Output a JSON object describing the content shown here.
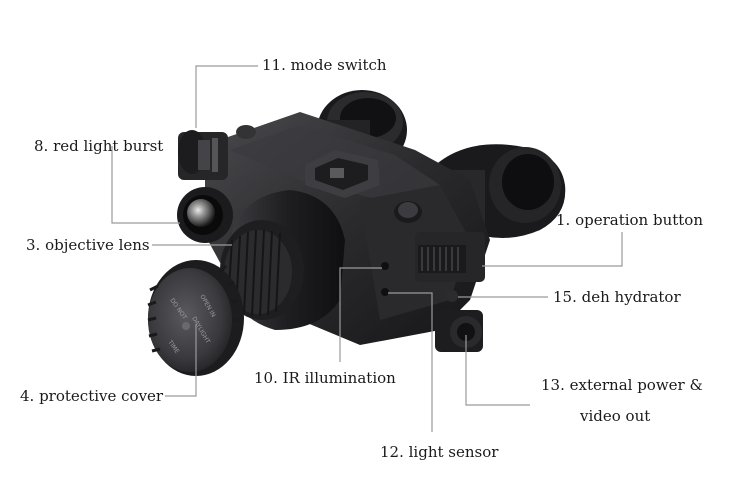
{
  "colors": {
    "background": "#ffffff",
    "leader_line": "#9a9a9a",
    "device_dark": "#1c1c1e",
    "device_mid": "#2e2e31",
    "device_light": "#4a4a4e",
    "label_text": "#1a1a1a"
  },
  "labels": {
    "mode_switch": "11. mode switch",
    "red_light_burst": "8. red light burst",
    "operation_button": "1. operation button",
    "objective_lens": "3. objective lens",
    "deh_hydrator": "15. deh hydrator",
    "protective_cover": "4. protective cover",
    "ir_illumination": "10. IR illumination",
    "external_power_line1": "13. external power &",
    "external_power_line2": "video out",
    "light_sensor": "12. light sensor"
  },
  "cap_text": {
    "line1": "DO NOT",
    "line2": "OPEN IN",
    "line3": "DAYLIGHT",
    "line4": "TIME"
  }
}
